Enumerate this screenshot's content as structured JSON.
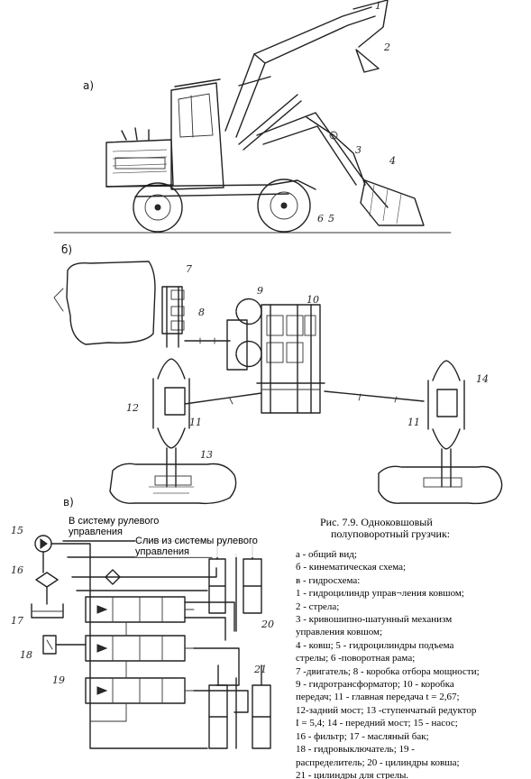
{
  "panels": {
    "a": "а)",
    "b": "б)",
    "v": "в)"
  },
  "callouts": {
    "n1": "1",
    "n2": "2",
    "n3": "3",
    "n4": "4",
    "n5": "5",
    "n6": "6",
    "n7": "7",
    "n8": "8",
    "n9": "9",
    "n10": "10",
    "n11a": "11",
    "n11b": "11",
    "n12": "12",
    "n13": "13",
    "n14": "14",
    "n15": "15",
    "n16": "16",
    "n17": "17",
    "n18": "18",
    "n19": "19",
    "n20": "20",
    "n21": "21"
  },
  "hydraulic_labels": {
    "steering_line1": "В систему рулевого",
    "steering_line2": "управления",
    "drain_line1": "Слив из системы рулевого",
    "drain_line2": "управления"
  },
  "caption": {
    "line1": "Рис. 7.9. Одноковшовый",
    "line2": "полуповоротный грузчик:"
  },
  "legend": [
    "а - общий вид;",
    "б - кинематическая схема;",
    "в - гидросхема:",
    "1 - гидроцилиндр управ¬ления ковшом;",
    "2 - стрела;",
    "3 - кривошипно-шатунный механизм",
    "управления ковшом;",
    "4 -  ковш; 5 - гидроцилиндры подъема",
    "стрелы; 6 -поворотная рама;",
    "7 -двигатель; 8 - коробка отбора мощности;",
    "9 - гидротрансформатор; 10 - коробка",
    "передач; 11 - главная передача t = 2,67;",
    "12-задний мост; 13 -ступенчатый редуктор",
    "I = 5,4; 14 - передний мост; 15 - насос;",
    "16 - фильтр; 17 - масляный бак;",
    "18 - гидровыключатель; 19 -",
    "распределитель; 20 - цилиндры ковша;",
    "21 - цилиндры для стрелы."
  ]
}
